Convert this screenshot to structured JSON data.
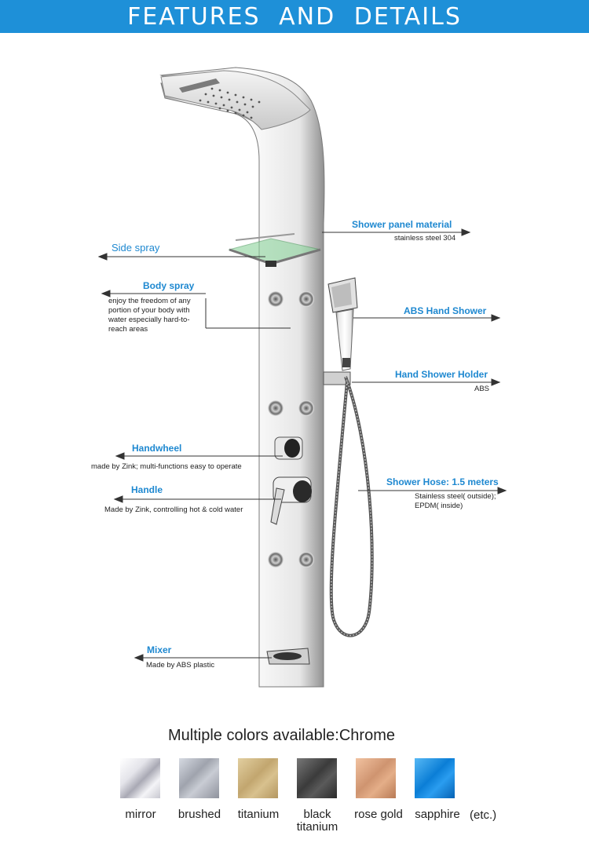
{
  "header": {
    "title": "FEATURES  AND  DETAILS"
  },
  "callouts": {
    "panel_material": {
      "title": "Shower panel material",
      "detail": "stainless steel 304"
    },
    "side_spray": {
      "title": "Side spray"
    },
    "body_spray": {
      "title": "Body spray",
      "detail": "enjoy the freedom of any portion of your body with water especially hard-to-reach areas"
    },
    "hand_shower": {
      "title": "ABS Hand Shower"
    },
    "holder": {
      "title": "Hand Shower Holder",
      "detail": "ABS"
    },
    "handwheel": {
      "title": "Handwheel",
      "detail": "made by Zink;  multi-functions easy to operate"
    },
    "hose": {
      "title": "Shower Hose: 1.5 meters",
      "detail_1": "Stainless steel( outside);",
      "detail_2": "EPDM( inside)"
    },
    "handle": {
      "title": "Handle",
      "detail": "Made by Zink, controlling hot & cold water"
    },
    "mixer": {
      "title": "Mixer",
      "detail": "Made by ABS plastic"
    }
  },
  "colors": {
    "title": "Multiple colors available:Chrome",
    "options": [
      {
        "label": "mirror"
      },
      {
        "label": "brushed"
      },
      {
        "label": "titanium"
      },
      {
        "label_1": "black",
        "label_2": "titanium"
      },
      {
        "label": "rose gold"
      },
      {
        "label": "sapphire"
      }
    ],
    "etc": "(etc.)"
  },
  "palette": {
    "accent": "#1e88d0",
    "banner": "#1e90d8"
  }
}
